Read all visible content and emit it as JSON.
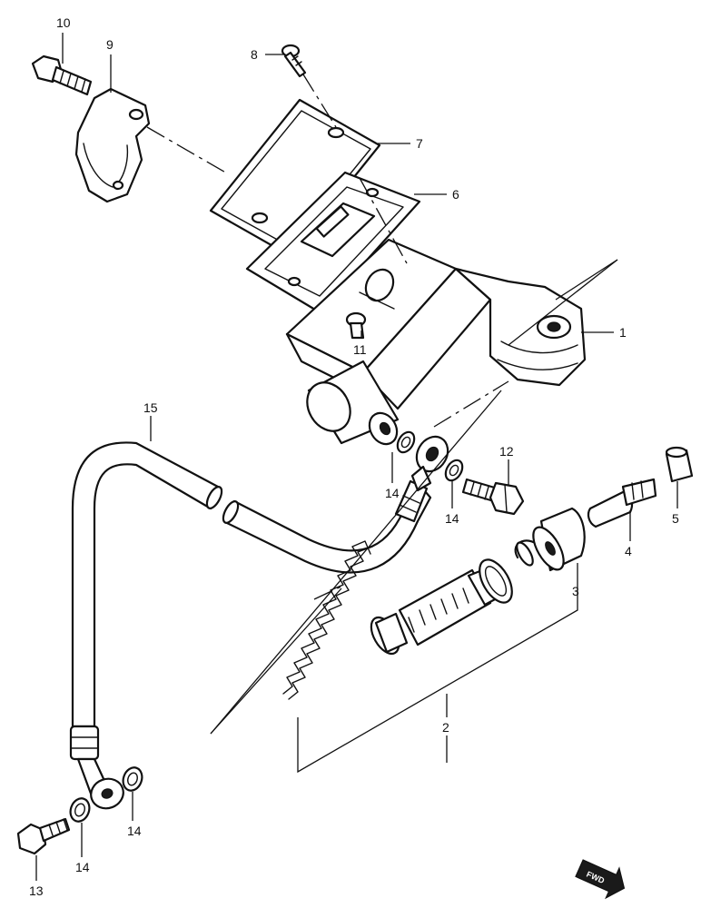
{
  "diagram": {
    "callouts": {
      "c1": "1",
      "c2": "2",
      "c3": "3",
      "c4": "4",
      "c5": "5",
      "c6": "6",
      "c7": "7",
      "c8": "8",
      "c9": "9",
      "c10": "10",
      "c11": "11",
      "c12": "12",
      "c13": "13",
      "c14a": "14",
      "c14b": "14",
      "c14c": "14",
      "c14d": "14",
      "c15": "15"
    },
    "badge": "FWD"
  }
}
